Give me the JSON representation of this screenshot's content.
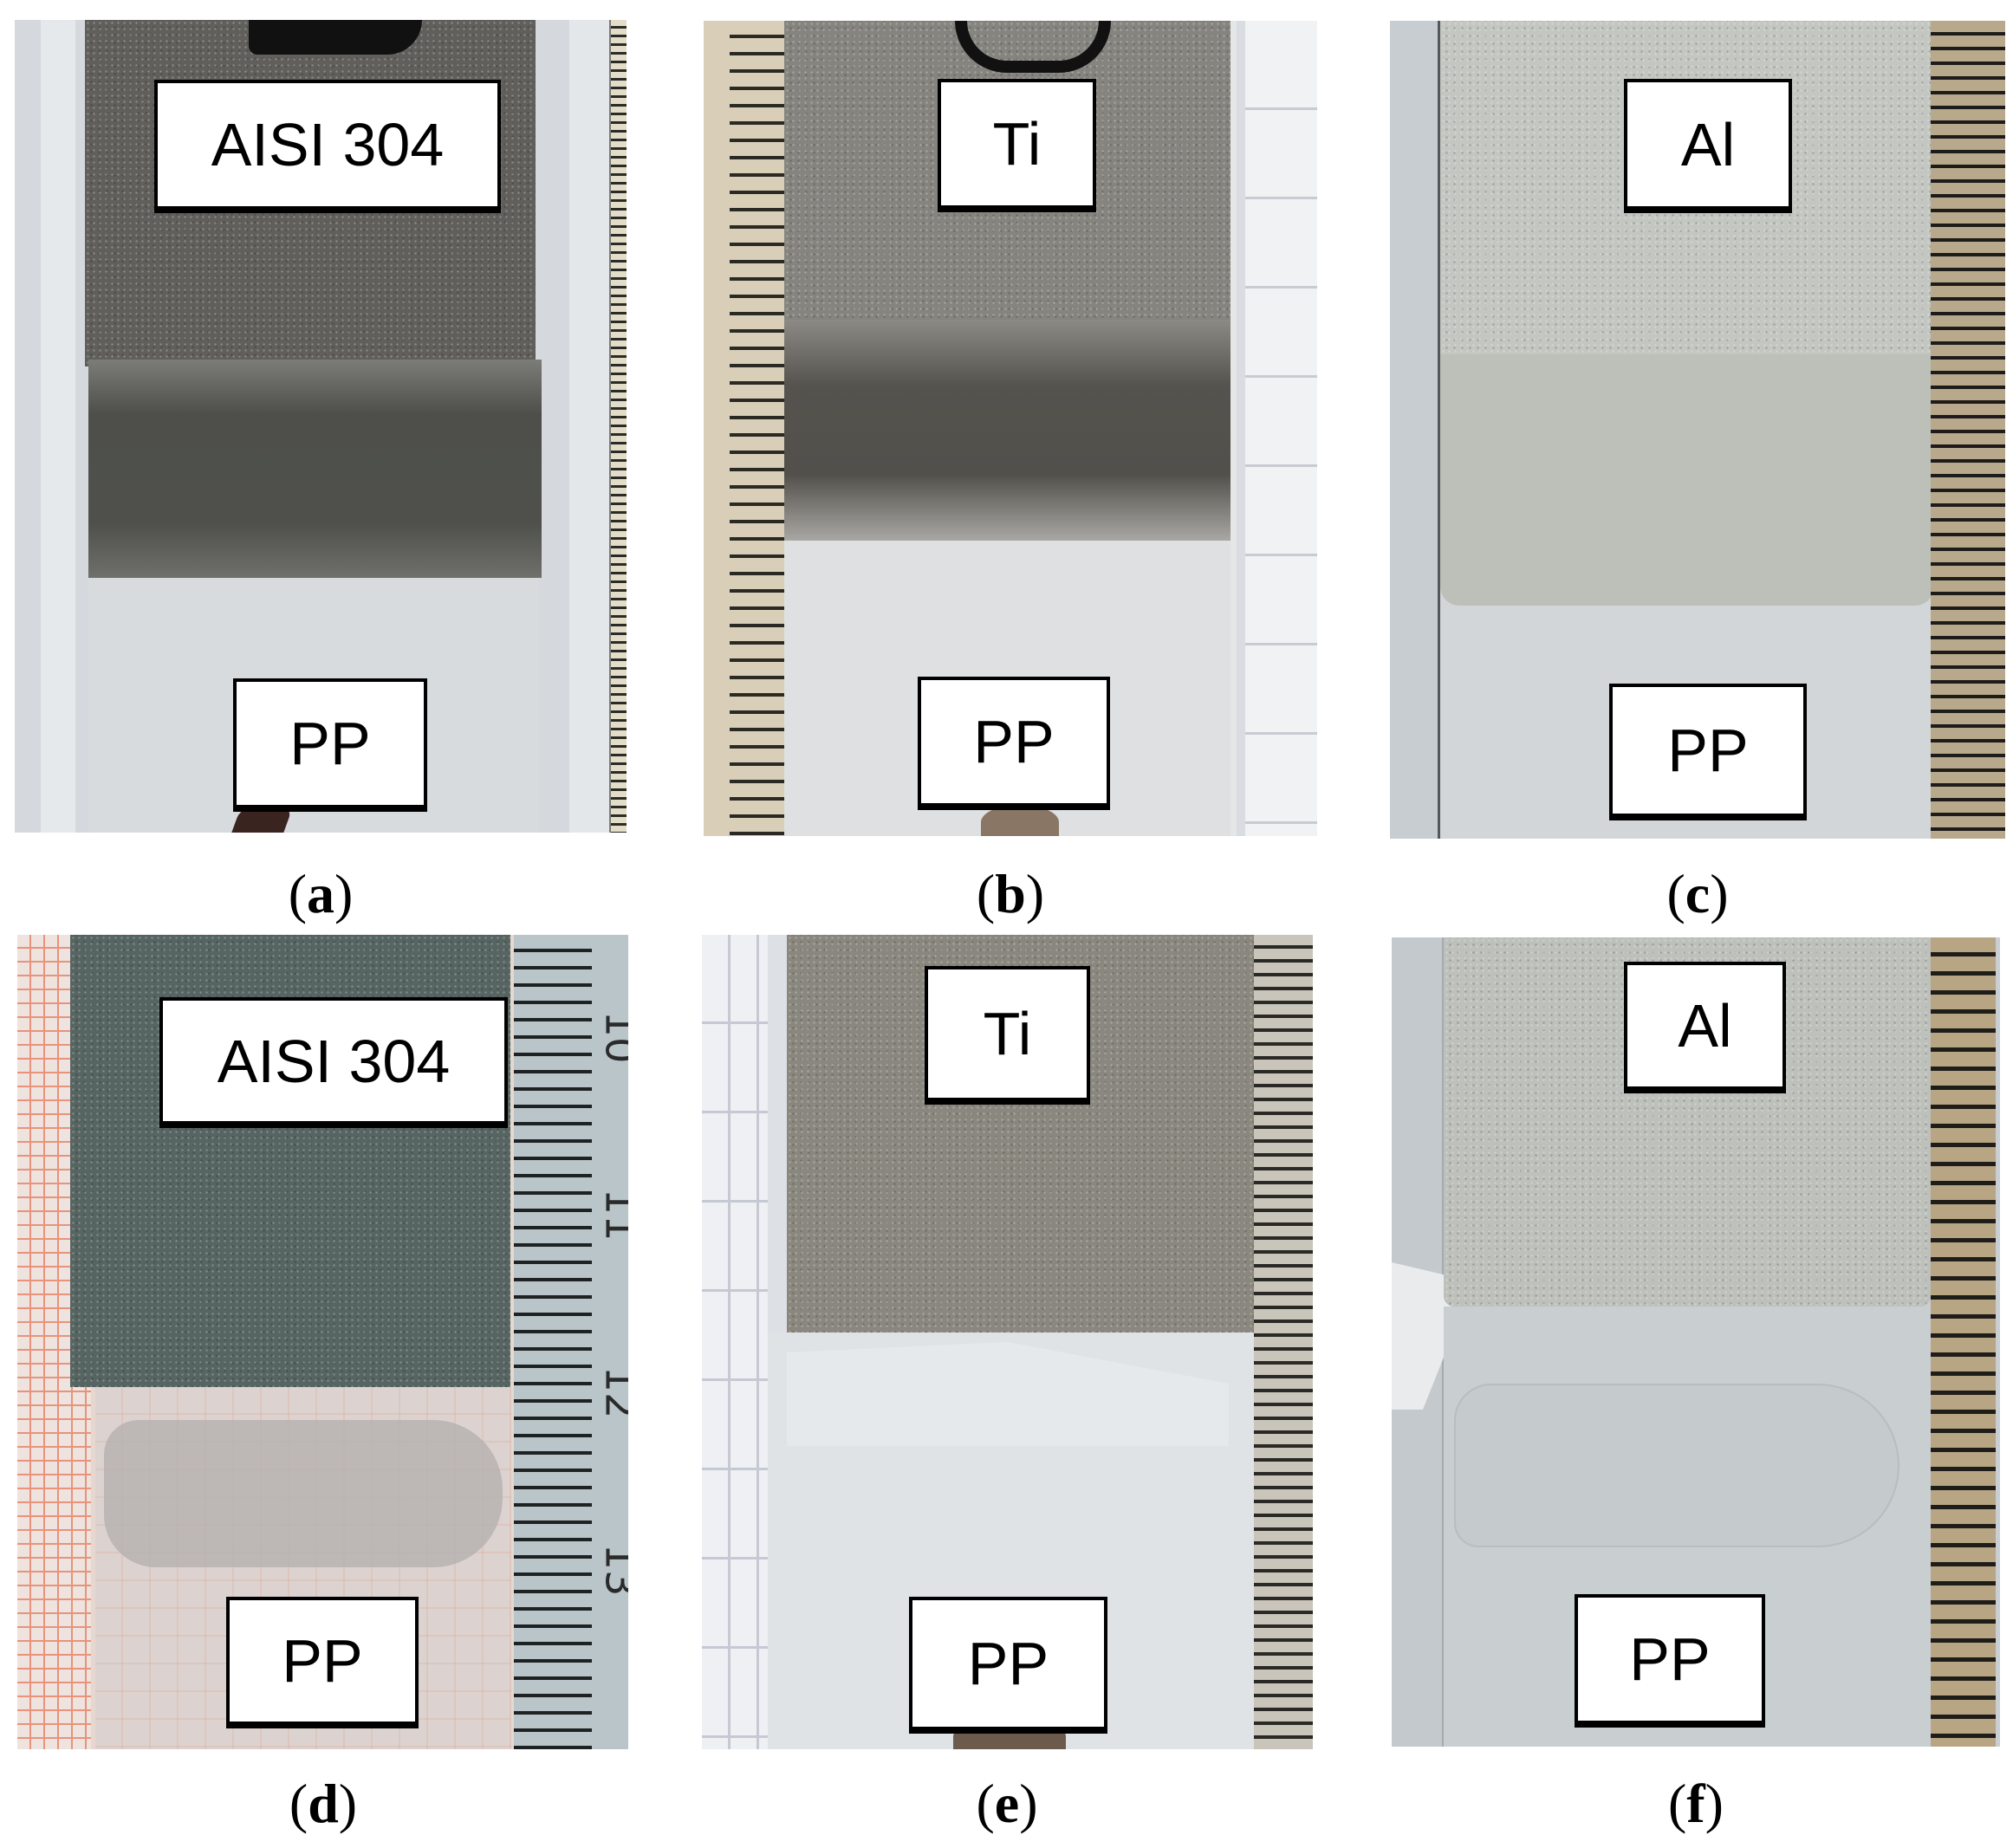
{
  "figure": {
    "panels": [
      {
        "id": "a",
        "caption_open": "(",
        "caption_letter": "a",
        "caption_close": ")",
        "top_label": "AISI 304",
        "bottom_label": "PP",
        "metal": "AISI 304 stainless steel",
        "colors": {
          "background": "#d5d9de",
          "metal": "#605f5b",
          "overlap": "#4e4f4b",
          "pp": "#d8dbde",
          "ruler": "#e3ddc8"
        }
      },
      {
        "id": "b",
        "caption_open": "(",
        "caption_letter": "b",
        "caption_close": ")",
        "top_label": "Ti",
        "bottom_label": "PP",
        "metal": "Titanium",
        "colors": {
          "background": "#e4e6e8",
          "metal": "#85847f",
          "overlap": "#55534e",
          "pp": "#dfe0e1",
          "ruler": "#d9cfb8"
        }
      },
      {
        "id": "c",
        "caption_open": "(",
        "caption_letter": "c",
        "caption_close": ")",
        "top_label": "Al",
        "bottom_label": "PP",
        "metal": "Aluminium",
        "colors": {
          "background": "#cfd3d6",
          "metal": "#c3c6c1",
          "overlap": "#bcc0b8",
          "pp": "#d3d6d8",
          "ruler": "#b8a98c"
        }
      },
      {
        "id": "d",
        "caption_open": "(",
        "caption_letter": "d",
        "caption_close": ")",
        "top_label": "AISI 304",
        "bottom_label": "PP",
        "metal": "AISI 304 stainless steel",
        "ruler_numbers": [
          "10",
          "11",
          "12",
          "13"
        ],
        "colors": {
          "background": "#e6d7d0",
          "metal": "#566462",
          "overlap": "#bcb7b6",
          "pp": "#dcd3d0",
          "ruler": "#b9c5c8",
          "grid": "#e27f58"
        }
      },
      {
        "id": "e",
        "caption_open": "(",
        "caption_letter": "e",
        "caption_close": ")",
        "top_label": "Ti",
        "bottom_label": "PP",
        "metal": "Titanium",
        "colors": {
          "background": "#e8eaed",
          "metal": "#8a877f",
          "overlap": "#e3e6e9",
          "pp": "#dfe3e6",
          "ruler": "#c9c5bb"
        }
      },
      {
        "id": "f",
        "caption_open": "(",
        "caption_letter": "f",
        "caption_close": ")",
        "top_label": "Al",
        "bottom_label": "PP",
        "metal": "Aluminium",
        "colors": {
          "background": "#c9ced2",
          "metal": "#bdc0bb",
          "overlap": "#c5cacd",
          "pp": "#c9ced1",
          "ruler": "#b8a584"
        }
      }
    ]
  }
}
